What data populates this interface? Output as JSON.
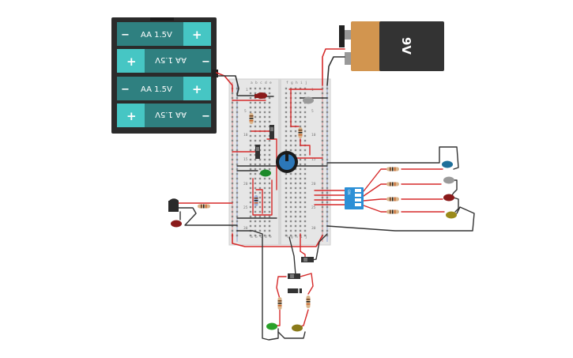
{
  "battery_pack": {
    "cells": [
      {
        "label": "AA 1.5V",
        "plus": "+",
        "minus": "−",
        "flipped": false
      },
      {
        "label": "AA 1.5V",
        "plus": "+",
        "minus": "−",
        "flipped": true
      },
      {
        "label": "AA 1.5V",
        "plus": "+",
        "minus": "−",
        "flipped": false
      },
      {
        "label": "AA 1.5V",
        "plus": "+",
        "minus": "−",
        "flipped": true
      }
    ]
  },
  "battery_9v": {
    "label": "9V"
  },
  "breadboard": {
    "left_letters": [
      "a",
      "b",
      "c",
      "d",
      "e"
    ],
    "right_letters": [
      "f",
      "g",
      "h",
      "i",
      "j"
    ],
    "row_numbers": [
      "1",
      "5",
      "10",
      "15",
      "20",
      "25",
      "30"
    ]
  },
  "dip_switch": {
    "label": "ON"
  },
  "colors": {
    "wire_red": "#d62a2a",
    "wire_black": "#333333",
    "battery_teal": "#2f8080",
    "battery_cap": "#46c6c4",
    "breadboard": "#e6e6e6",
    "dip_blue": "#2c8fd6"
  },
  "leds": [
    {
      "color": "#8a1a1a"
    },
    {
      "color": "#9a9a9a"
    },
    {
      "color": "#1d8a2a"
    },
    {
      "color": "#8a1a1a"
    },
    {
      "color": "#1f6f9a"
    },
    {
      "color": "#9a9a9a"
    },
    {
      "color": "#8a1a1a"
    },
    {
      "color": "#9a8a1a"
    },
    {
      "color": "#2aa12a"
    },
    {
      "color": "#8a7a1a"
    }
  ]
}
